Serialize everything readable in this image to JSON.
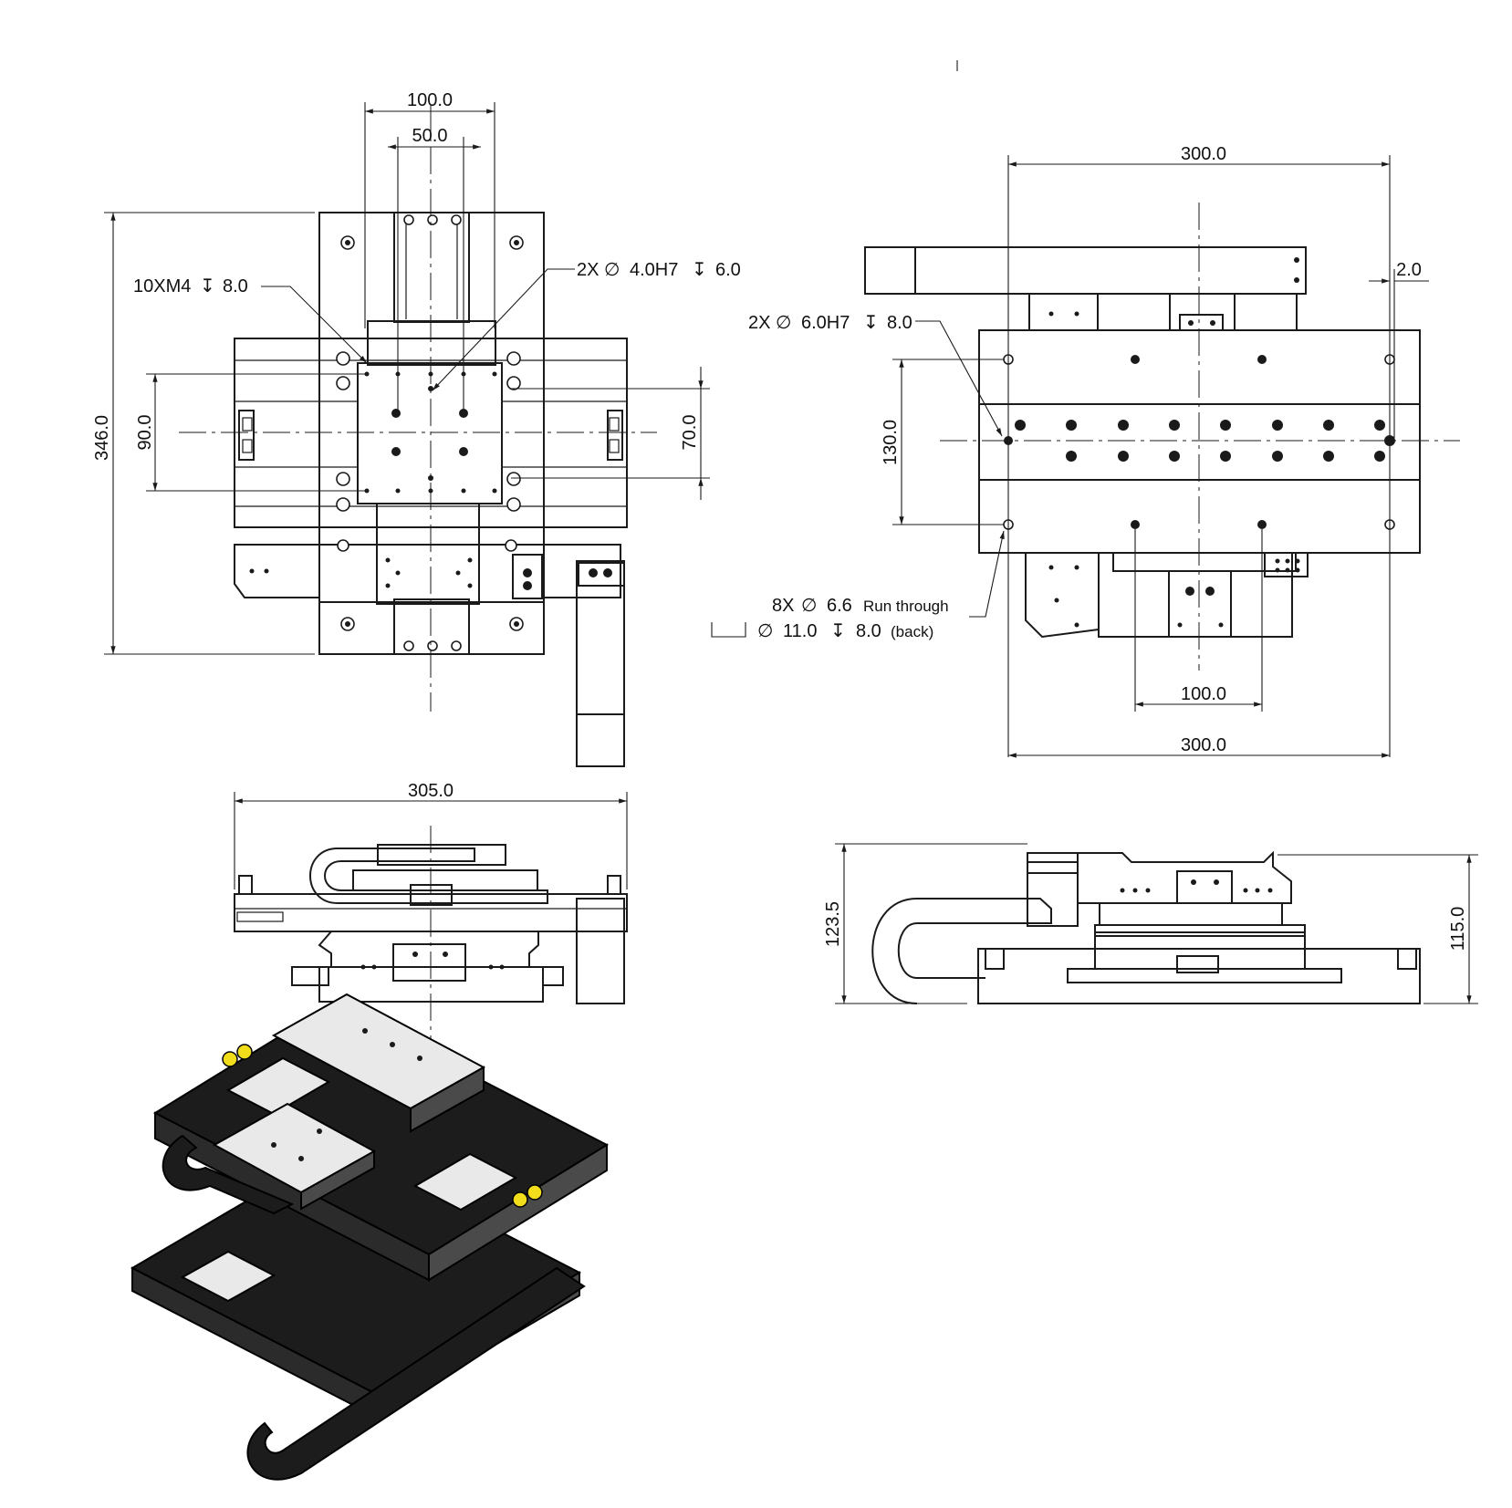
{
  "top_view": {
    "dim_width_outer": "100.0",
    "dim_width_inner": "50.0",
    "dim_height_total": "346.0",
    "dim_height_holes": "90.0",
    "dim_height_inner": "70.0",
    "callout_threads": "10XM4",
    "callout_threads_depth": "8.0",
    "callout_dowel": "2X",
    "callout_dowel_size": "4.0H7",
    "callout_dowel_depth": "6.0"
  },
  "right_view": {
    "dim_width_top": "300.0",
    "dim_offset": "2.0",
    "dim_height": "130.0",
    "dim_bottom_inner": "100.0",
    "dim_bottom_outer": "300.0",
    "callout_dowel": "2X",
    "callout_dowel_size": "6.0H7",
    "callout_dowel_depth": "8.0",
    "callout_holes": "8X",
    "callout_holes_size": "6.6",
    "callout_holes_note": "Run through",
    "callout_cbore_size": "11.0",
    "callout_cbore_depth": "8.0",
    "callout_cbore_note": "(back)"
  },
  "front_view": {
    "dim_width": "305.0"
  },
  "side_view": {
    "dim_height_total": "123.5",
    "dim_height_body": "115.0"
  },
  "symbols": {
    "diameter": "∅",
    "depth": "↧"
  }
}
